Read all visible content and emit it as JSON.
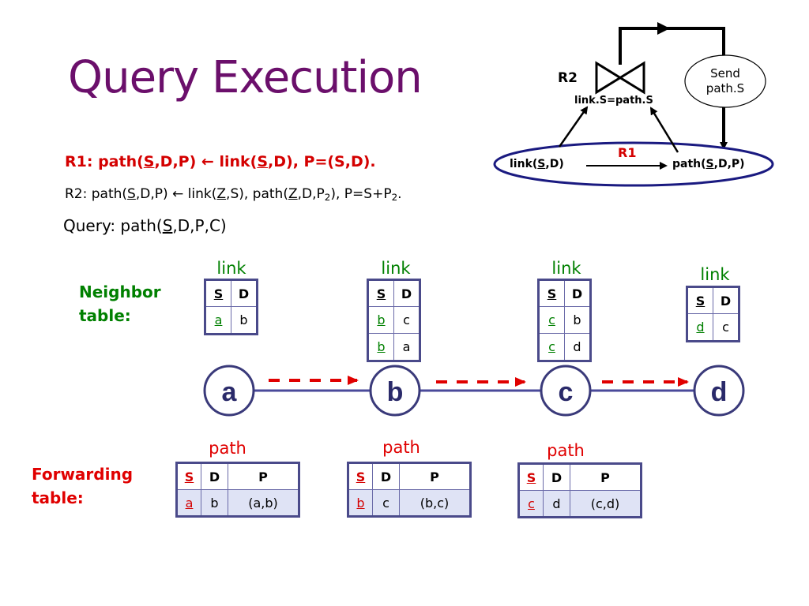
{
  "title": "Query Execution",
  "rules": {
    "r1": {
      "a": "R1: path(",
      "s": "S",
      "b": ",D,P) ",
      "arrow": "←",
      "c": " link(",
      "s2": "S",
      "d": ",D), P=(S,D)."
    },
    "r2": {
      "a": "R2: path(",
      "s": "S",
      "b": ",D,P) ",
      "arrow": "←",
      "c": " link(",
      "z": "Z",
      "d": ",S), path(",
      "z2": "Z",
      "e": ",D,P",
      "sub1": "2",
      "f": "), P=S+P",
      "sub2": "2",
      "g": "."
    },
    "query": {
      "a": "Query: path(",
      "s": "S",
      "b": ",D,P,C)"
    }
  },
  "diagram": {
    "r2_label": "R2",
    "join_label": "link.S=path.S",
    "send_label_1": "Send",
    "send_label_2": "path.S",
    "r1_label": "R1",
    "link_pred": {
      "a": "link(",
      "s": "S",
      "b": ",D)"
    },
    "path_pred": {
      "a": "path(",
      "s": "S",
      "b": ",D,P)"
    }
  },
  "neighbor_title_1": "Neighbor",
  "neighbor_title_2": "table:",
  "forwarding_title_1": "Forwarding",
  "forwarding_title_2": "table:",
  "link_tables": [
    {
      "label": "link",
      "header": [
        "S",
        "D"
      ],
      "rows": [
        [
          "a",
          "b"
        ]
      ]
    },
    {
      "label": "link",
      "header": [
        "S",
        "D"
      ],
      "rows": [
        [
          "b",
          "c"
        ],
        [
          "b",
          "a"
        ]
      ]
    },
    {
      "label": "link",
      "header": [
        "S",
        "D"
      ],
      "rows": [
        [
          "c",
          "b"
        ],
        [
          "c",
          "d"
        ]
      ]
    },
    {
      "label": "link",
      "header": [
        "S",
        "D"
      ],
      "rows": [
        [
          "d",
          "c"
        ]
      ]
    }
  ],
  "nodes": [
    "a",
    "b",
    "c",
    "d"
  ],
  "path_tables": [
    {
      "label": "path",
      "header": [
        "S",
        "D",
        "P"
      ],
      "row": [
        "a",
        "b",
        "(a,b)"
      ]
    },
    {
      "label": "path",
      "header": [
        "S",
        "D",
        "P"
      ],
      "row": [
        "b",
        "c",
        "(b,c)"
      ]
    },
    {
      "label": "path",
      "header": [
        "S",
        "D",
        "P"
      ],
      "row": [
        "c",
        "d",
        "(c,d)"
      ]
    }
  ],
  "colors": {
    "title": "#6b0f6b",
    "rule_r1": "#d40000",
    "link_label": "#008000",
    "path_label": "#e00000",
    "node_border": "#3a3a7a",
    "node_text": "#2a2a6a",
    "edge": "#4a4a9a",
    "message_arrow": "#e00000",
    "ellipse": "#1a1a80",
    "table_border": "#4a4a8a",
    "forward_row_bg": "#dfe3f5"
  }
}
